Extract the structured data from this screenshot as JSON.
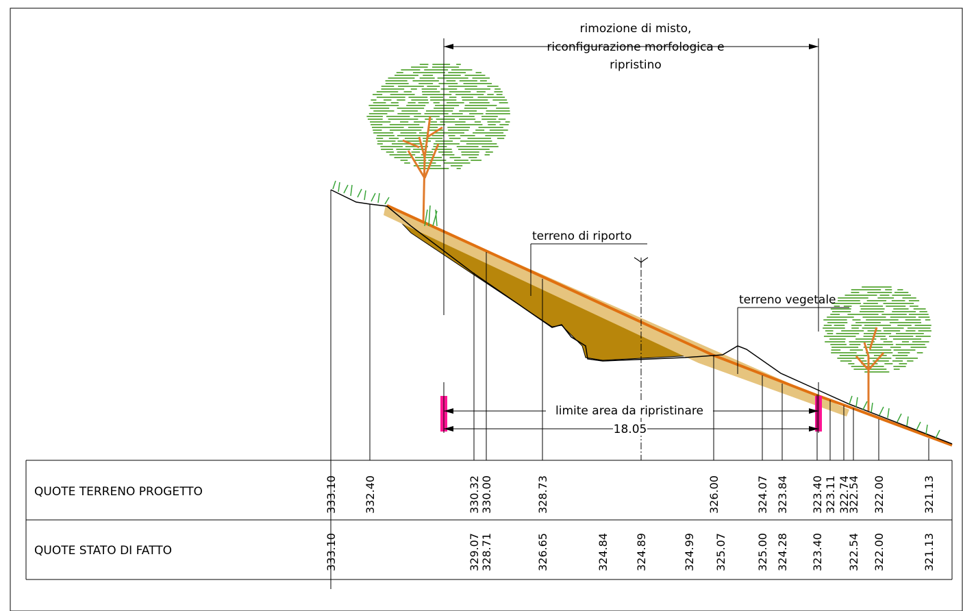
{
  "annotations": {
    "rimozione": [
      "rimozione di misto,",
      "riconfigurazione morfologica e",
      "ripristino"
    ],
    "terreno_riporto": "terreno di riporto",
    "terreno_vegetale": "terreno vegetale",
    "limite": "limite area da ripristinare",
    "dimension": "18.05"
  },
  "table": {
    "row1_label": "QUOTE TERRENO PROGETTO",
    "row2_label": "QUOTE STATO DI FATTO",
    "progetto": [
      "333.10",
      "332.40",
      "330.32",
      "330.00",
      "328.73",
      "326.00",
      "324.07",
      "323.84",
      "323.40",
      "323.11",
      "322.74",
      "322.54",
      "322.00",
      "321.13"
    ],
    "stato": [
      "333.10",
      "329.07",
      "328.71",
      "326.65",
      "324.84",
      "324.89",
      "324.99",
      "325.07",
      "325.00",
      "324.28",
      "323.40",
      "322.54",
      "322.00",
      "321.13"
    ]
  },
  "colors": {
    "fill_riporto": "#b8860b",
    "fill_vegetale": "#e6c47e",
    "profile_line": "#e07010",
    "marker": "#ff1493",
    "tree_foliage": "#6ab04c",
    "tree_trunk": "#e07a2a",
    "grass": "#3aa53a"
  }
}
